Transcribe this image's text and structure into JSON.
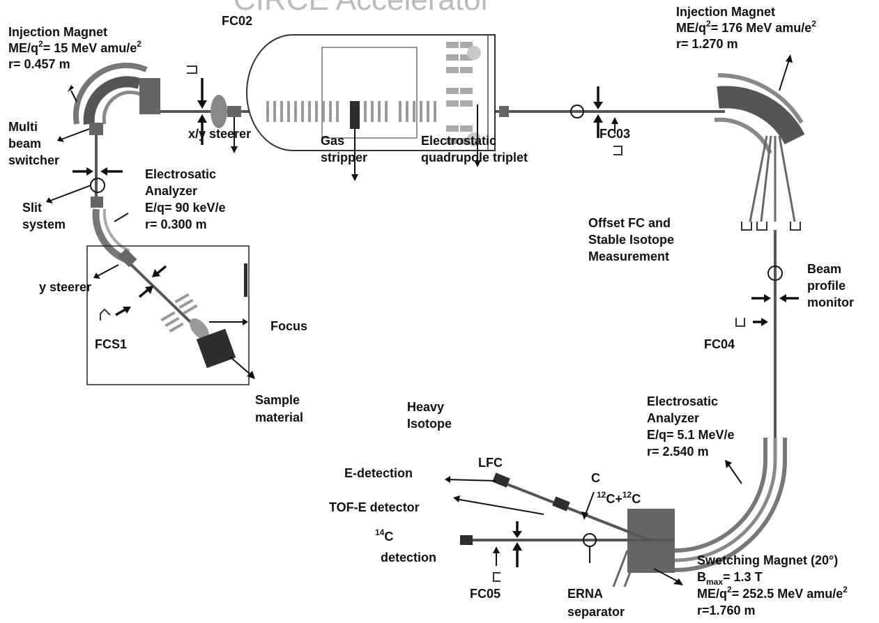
{
  "title_fragment": "CIRCE Accelerator",
  "labels": {
    "inj_left_title": "Injection Magnet",
    "inj_left_me_prefix": "ME/q",
    "inj_left_me_value": "= 15 MeV amu/e",
    "inj_left_r": "r= 0.457 m",
    "fc02": "FC02",
    "xy_steerer": "x/y steerer",
    "gas_line1": "Gas",
    "gas_line2": "stripper",
    "eqt_line1": "Electrostatic",
    "eqt_line2": "quadrupole triplet",
    "fc03": "FC03",
    "inj_right_title": "Injection Magnet",
    "inj_right_me_prefix": "ME/q",
    "inj_right_me_value": "= 176 MeV amu/e",
    "inj_right_r": "r= 1.270 m",
    "multi_line1": "Multi",
    "multi_line2": "beam",
    "multi_line3": "switcher",
    "slit_line1": "Slit",
    "slit_line2": "system",
    "esa1_line1": "Electrosatic",
    "esa1_line2": "Analyzer",
    "esa1_line3": "E/q= 90 keV/e",
    "esa1_line4": "r= 0.300 m",
    "y_steerer": "y steerer",
    "fcs1": "FCS1",
    "focus": "Focus",
    "sample_line1": "Sample",
    "sample_line2": "material",
    "offset_line1": "Offset FC and",
    "offset_line2": "Stable Isotope",
    "offset_line3": "Measurement",
    "bpm_line1": "Beam",
    "bpm_line2": "profile",
    "bpm_line3": "monitor",
    "fc04": "FC04",
    "esa2_line1": "Electrosatic",
    "esa2_line2": "Analyzer",
    "esa2_line3": "E/q= 5.1 MeV/e",
    "esa2_line4": "r= 2.540 m",
    "heavy_line1": "Heavy",
    "heavy_line2": "Isotope",
    "lfc": "LFC",
    "e_detection": "E-detection",
    "tof_e": "TOF-E detector",
    "c_label": "C",
    "c12_sup_a": "12",
    "c12_mid": "C+",
    "c12_sup_b": "12",
    "c12_end": "C",
    "c14_sup": "14",
    "c14_line1": "C",
    "c14_line2": "detection",
    "fc05": "FC05",
    "erna_line1": "ERNA",
    "erna_line2": "separator",
    "sw_title": "Swetching Magnet (20°)",
    "sw_b_prefix": "B",
    "sw_b_sub": "max",
    "sw_b_value": "= 1.3 T",
    "sw_me_prefix": "ME/q",
    "sw_me_value": "= 252.5 MeV amu/e",
    "sw_r": "r=1.760 m",
    "sup_two": "2"
  }
}
